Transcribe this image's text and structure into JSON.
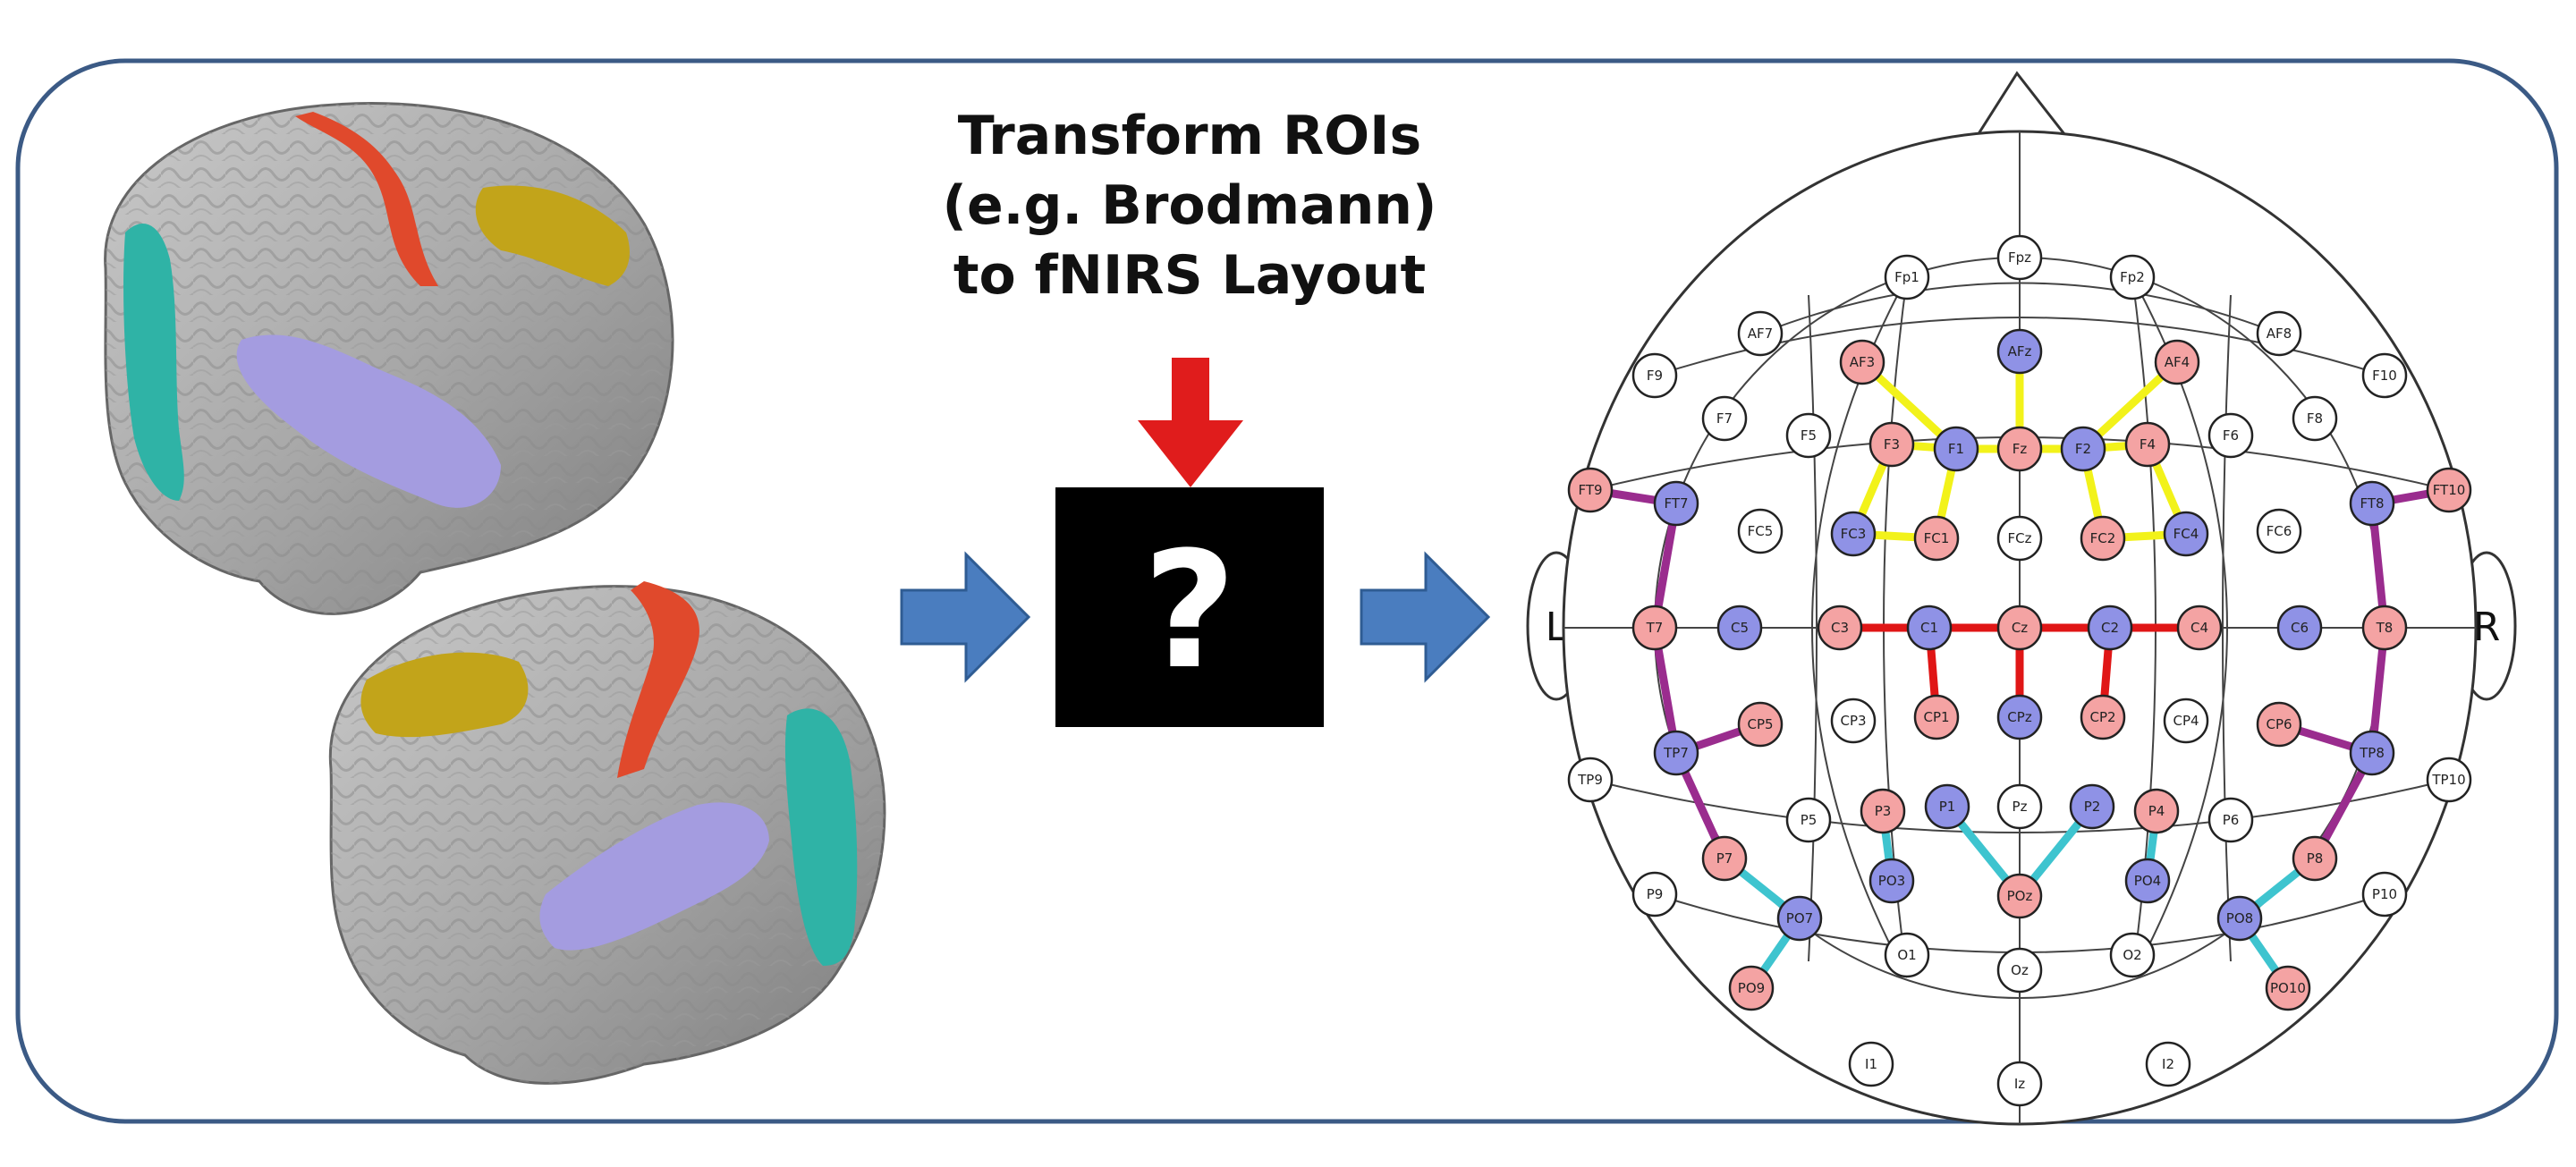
{
  "caption": {
    "lines": [
      "Transform ROIs",
      "(e.g. Brodmann)",
      "to fNIRS Layout"
    ]
  },
  "black_box": {
    "symbol": "?"
  },
  "head_map": {
    "left_marker": "L",
    "right_marker": "R",
    "electrodes": [
      {
        "id": "Fpz",
        "label": "Fpz",
        "type": "white"
      },
      {
        "id": "Fp1",
        "label": "Fp1",
        "type": "white"
      },
      {
        "id": "Fp2",
        "label": "Fp2",
        "type": "white"
      },
      {
        "id": "AF7",
        "label": "AF7",
        "type": "white"
      },
      {
        "id": "AF8",
        "label": "AF8",
        "type": "white"
      },
      {
        "id": "AF3",
        "label": "AF3",
        "type": "red"
      },
      {
        "id": "AFz",
        "label": "AFz",
        "type": "blue"
      },
      {
        "id": "AF4",
        "label": "AF4",
        "type": "red"
      },
      {
        "id": "F9",
        "label": "F9",
        "type": "white"
      },
      {
        "id": "F7",
        "label": "F7",
        "type": "white"
      },
      {
        "id": "F5",
        "label": "F5",
        "type": "white"
      },
      {
        "id": "F3",
        "label": "F3",
        "type": "red"
      },
      {
        "id": "F1",
        "label": "F1",
        "type": "blue"
      },
      {
        "id": "Fz",
        "label": "Fz",
        "type": "red"
      },
      {
        "id": "F2",
        "label": "F2",
        "type": "blue"
      },
      {
        "id": "F4",
        "label": "F4",
        "type": "red"
      },
      {
        "id": "F6",
        "label": "F6",
        "type": "white"
      },
      {
        "id": "F8",
        "label": "F8",
        "type": "white"
      },
      {
        "id": "F10",
        "label": "F10",
        "type": "white"
      },
      {
        "id": "FT9",
        "label": "FT9",
        "type": "red"
      },
      {
        "id": "FT7",
        "label": "FT7",
        "type": "blue"
      },
      {
        "id": "FC5",
        "label": "FC5",
        "type": "white"
      },
      {
        "id": "FC3",
        "label": "FC3",
        "type": "blue"
      },
      {
        "id": "FC1",
        "label": "FC1",
        "type": "red"
      },
      {
        "id": "FCz",
        "label": "FCz",
        "type": "white"
      },
      {
        "id": "FC2",
        "label": "FC2",
        "type": "red"
      },
      {
        "id": "FC4",
        "label": "FC4",
        "type": "blue"
      },
      {
        "id": "FC6",
        "label": "FC6",
        "type": "white"
      },
      {
        "id": "FT8",
        "label": "FT8",
        "type": "blue"
      },
      {
        "id": "FT10",
        "label": "FT10",
        "type": "red"
      },
      {
        "id": "T7",
        "label": "T7",
        "type": "red"
      },
      {
        "id": "C5",
        "label": "C5",
        "type": "blue"
      },
      {
        "id": "C3",
        "label": "C3",
        "type": "red"
      },
      {
        "id": "C1",
        "label": "C1",
        "type": "blue"
      },
      {
        "id": "Cz",
        "label": "Cz",
        "type": "red"
      },
      {
        "id": "C2",
        "label": "C2",
        "type": "blue"
      },
      {
        "id": "C4",
        "label": "C4",
        "type": "red"
      },
      {
        "id": "C6",
        "label": "C6",
        "type": "blue"
      },
      {
        "id": "T8",
        "label": "T8",
        "type": "red"
      },
      {
        "id": "TP7",
        "label": "TP7",
        "type": "blue"
      },
      {
        "id": "CP5",
        "label": "CP5",
        "type": "red"
      },
      {
        "id": "CP3",
        "label": "CP3",
        "type": "white"
      },
      {
        "id": "CP1",
        "label": "CP1",
        "type": "red"
      },
      {
        "id": "CPz",
        "label": "CPz",
        "type": "blue"
      },
      {
        "id": "CP2",
        "label": "CP2",
        "type": "red"
      },
      {
        "id": "CP4",
        "label": "CP4",
        "type": "white"
      },
      {
        "id": "CP6",
        "label": "CP6",
        "type": "red"
      },
      {
        "id": "TP8",
        "label": "TP8",
        "type": "blue"
      },
      {
        "id": "TP9",
        "label": "TP9",
        "type": "white"
      },
      {
        "id": "TP10",
        "label": "TP10",
        "type": "white"
      },
      {
        "id": "P5",
        "label": "P5",
        "type": "white"
      },
      {
        "id": "P3",
        "label": "P3",
        "type": "red"
      },
      {
        "id": "P1",
        "label": "P1",
        "type": "blue"
      },
      {
        "id": "Pz",
        "label": "Pz",
        "type": "white"
      },
      {
        "id": "P2",
        "label": "P2",
        "type": "blue"
      },
      {
        "id": "P4",
        "label": "P4",
        "type": "red"
      },
      {
        "id": "P6",
        "label": "P6",
        "type": "white"
      },
      {
        "id": "P7",
        "label": "P7",
        "type": "red"
      },
      {
        "id": "P8",
        "label": "P8",
        "type": "red"
      },
      {
        "id": "P9",
        "label": "P9",
        "type": "white"
      },
      {
        "id": "P10",
        "label": "P10",
        "type": "white"
      },
      {
        "id": "PO3",
        "label": "PO3",
        "type": "blue"
      },
      {
        "id": "POz",
        "label": "POz",
        "type": "red"
      },
      {
        "id": "PO4",
        "label": "PO4",
        "type": "blue"
      },
      {
        "id": "PO7",
        "label": "PO7",
        "type": "blue"
      },
      {
        "id": "PO8",
        "label": "PO8",
        "type": "blue"
      },
      {
        "id": "PO9",
        "label": "PO9",
        "type": "red"
      },
      {
        "id": "PO10",
        "label": "PO10",
        "type": "red"
      },
      {
        "id": "O1",
        "label": "O1",
        "type": "white"
      },
      {
        "id": "Oz",
        "label": "Oz",
        "type": "white"
      },
      {
        "id": "O2",
        "label": "O2",
        "type": "white"
      },
      {
        "id": "I1",
        "label": "I1",
        "type": "white"
      },
      {
        "id": "Iz",
        "label": "Iz",
        "type": "white"
      },
      {
        "id": "I2",
        "label": "I2",
        "type": "white"
      }
    ],
    "connections": [
      {
        "from": "AF3",
        "to": "F1",
        "color": "yellow"
      },
      {
        "from": "AFz",
        "to": "Fz",
        "color": "yellow"
      },
      {
        "from": "AF4",
        "to": "F2",
        "color": "yellow"
      },
      {
        "from": "F3",
        "to": "F1",
        "color": "yellow"
      },
      {
        "from": "F1",
        "to": "Fz",
        "color": "yellow"
      },
      {
        "from": "Fz",
        "to": "F2",
        "color": "yellow"
      },
      {
        "from": "F2",
        "to": "F4",
        "color": "yellow"
      },
      {
        "from": "F3",
        "to": "FC3",
        "color": "yellow"
      },
      {
        "from": "F1",
        "to": "FC1",
        "color": "yellow"
      },
      {
        "from": "F2",
        "to": "FC2",
        "color": "yellow"
      },
      {
        "from": "F4",
        "to": "FC4",
        "color": "yellow"
      },
      {
        "from": "FC3",
        "to": "FC1",
        "color": "yellow"
      },
      {
        "from": "FC2",
        "to": "FC4",
        "color": "yellow"
      },
      {
        "from": "C3",
        "to": "C1",
        "color": "red"
      },
      {
        "from": "C1",
        "to": "Cz",
        "color": "red"
      },
      {
        "from": "Cz",
        "to": "C2",
        "color": "red"
      },
      {
        "from": "C2",
        "to": "C4",
        "color": "red"
      },
      {
        "from": "C1",
        "to": "CP1",
        "color": "red"
      },
      {
        "from": "Cz",
        "to": "CPz",
        "color": "red"
      },
      {
        "from": "C2",
        "to": "CP2",
        "color": "red"
      },
      {
        "from": "FT9",
        "to": "FT7",
        "color": "purple"
      },
      {
        "from": "FT7",
        "to": "T7",
        "color": "purple"
      },
      {
        "from": "T7",
        "to": "TP7",
        "color": "purple"
      },
      {
        "from": "TP7",
        "to": "CP5",
        "color": "purple"
      },
      {
        "from": "TP7",
        "to": "P7",
        "color": "purple"
      },
      {
        "from": "FT10",
        "to": "FT8",
        "color": "purple"
      },
      {
        "from": "FT8",
        "to": "T8",
        "color": "purple"
      },
      {
        "from": "T8",
        "to": "TP8",
        "color": "purple"
      },
      {
        "from": "CP6",
        "to": "TP8",
        "color": "purple"
      },
      {
        "from": "TP8",
        "to": "P8",
        "color": "purple"
      },
      {
        "from": "P7",
        "to": "PO7",
        "color": "cyan"
      },
      {
        "from": "PO7",
        "to": "PO9",
        "color": "cyan"
      },
      {
        "from": "P3",
        "to": "PO3",
        "color": "cyan"
      },
      {
        "from": "P1",
        "to": "POz",
        "color": "cyan"
      },
      {
        "from": "POz",
        "to": "P2",
        "color": "cyan"
      },
      {
        "from": "P4",
        "to": "PO4",
        "color": "cyan"
      },
      {
        "from": "P8",
        "to": "PO8",
        "color": "cyan"
      },
      {
        "from": "PO8",
        "to": "PO10",
        "color": "cyan"
      }
    ]
  },
  "colors": {
    "frame_border": "#3b5a85",
    "arrow_blue": "#4a7dbf",
    "arrow_red": "#e01c1c",
    "black_box": "#000000",
    "node_red": "#f4a3a3",
    "node_blue": "#8f92e6",
    "node_white": "#ffffff",
    "conn_yellow": "#f2f21a",
    "conn_red": "#e01616",
    "conn_purple": "#9a2c8e",
    "conn_cyan": "#3ec4cf"
  }
}
